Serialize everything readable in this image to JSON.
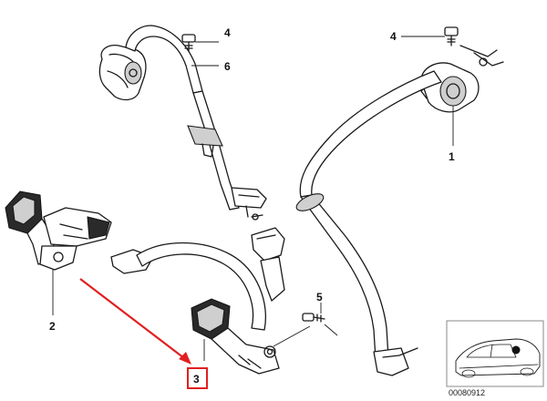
{
  "callouts": {
    "bolt_top_left": "4",
    "bolt_top_right": "4",
    "belt_rear_center": "6",
    "retractor_right": "1",
    "buckle_left": "2",
    "buckle_center_highlighted": "3",
    "bolt_lower": "5"
  },
  "highlight": {
    "arrow_color": "#e02020",
    "box_color": "#e02020"
  },
  "inset": {
    "diagram_number": "00080912"
  }
}
